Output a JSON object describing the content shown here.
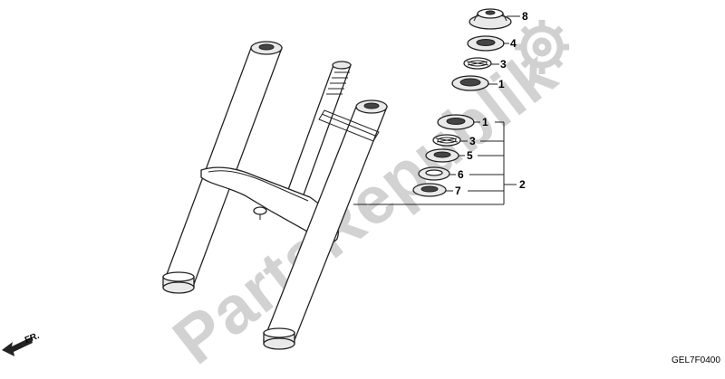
{
  "watermark": {
    "text": "PartsRepublik"
  },
  "callouts": {
    "top_8": "8",
    "top_4": "4",
    "top_3": "3",
    "top_1": "1",
    "low_1": "1",
    "low_3": "3",
    "low_5": "5",
    "low_6": "6",
    "low_7": "7",
    "group_2": "2"
  },
  "direction": {
    "label": "FR."
  },
  "diagram_code": "GEL7F0400",
  "icons": {
    "watermark_gear": "gear-icon",
    "direction_arrow": "arrow-icon"
  },
  "colors": {
    "watermark": "#d2d2d2",
    "line": "#222222"
  }
}
